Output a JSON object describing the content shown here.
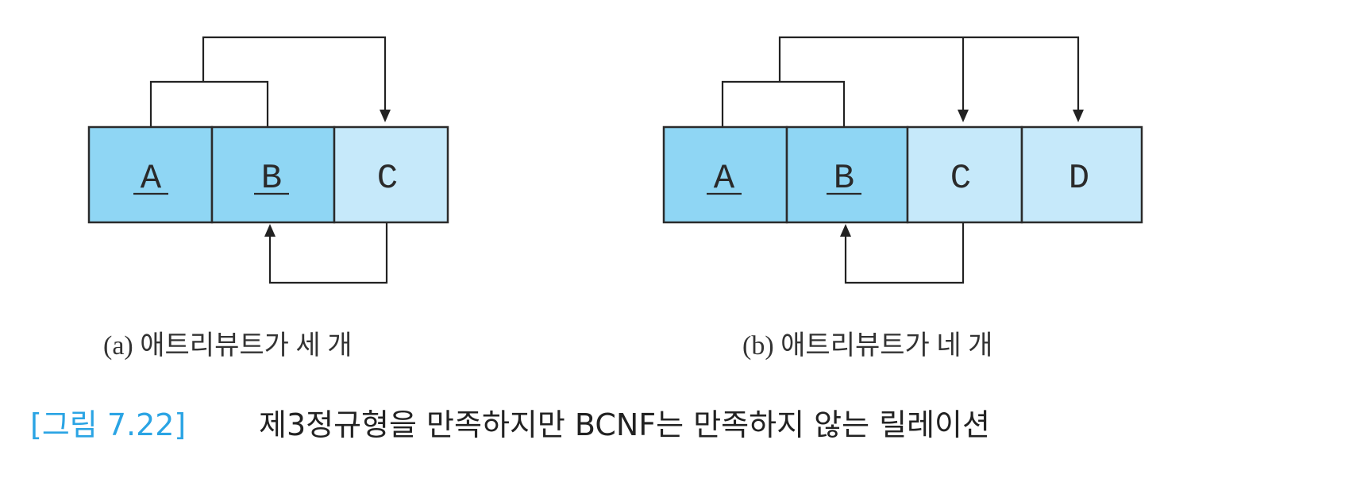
{
  "colors": {
    "key_attribute_fill": "#8fd6f4",
    "nonkey_attribute_fill": "#c6e9fa",
    "figure_label": "#2aa4e4",
    "text": "#222222"
  },
  "diagrams": [
    {
      "id": "a",
      "caption": "(a) 애트리뷰트가 세 개",
      "attributes": [
        {
          "name": "A",
          "is_key": true
        },
        {
          "name": "B",
          "is_key": true
        },
        {
          "name": "C",
          "is_key": false
        }
      ],
      "dependencies": [
        {
          "from": [
            "A",
            "B"
          ],
          "to": [
            "C"
          ]
        },
        {
          "from": [
            "C"
          ],
          "to": [
            "B"
          ]
        }
      ]
    },
    {
      "id": "b",
      "caption": "(b) 애트리뷰트가 네 개",
      "attributes": [
        {
          "name": "A",
          "is_key": true
        },
        {
          "name": "B",
          "is_key": true
        },
        {
          "name": "C",
          "is_key": false
        },
        {
          "name": "D",
          "is_key": false
        }
      ],
      "dependencies": [
        {
          "from": [
            "A",
            "B"
          ],
          "to": [
            "C",
            "D"
          ]
        },
        {
          "from": [
            "C"
          ],
          "to": [
            "B"
          ]
        }
      ]
    }
  ],
  "figure": {
    "label": "[그림 7.22]",
    "title": "제3정규형을 만족하지만 BCNF는 만족하지 않는 릴레이션"
  }
}
